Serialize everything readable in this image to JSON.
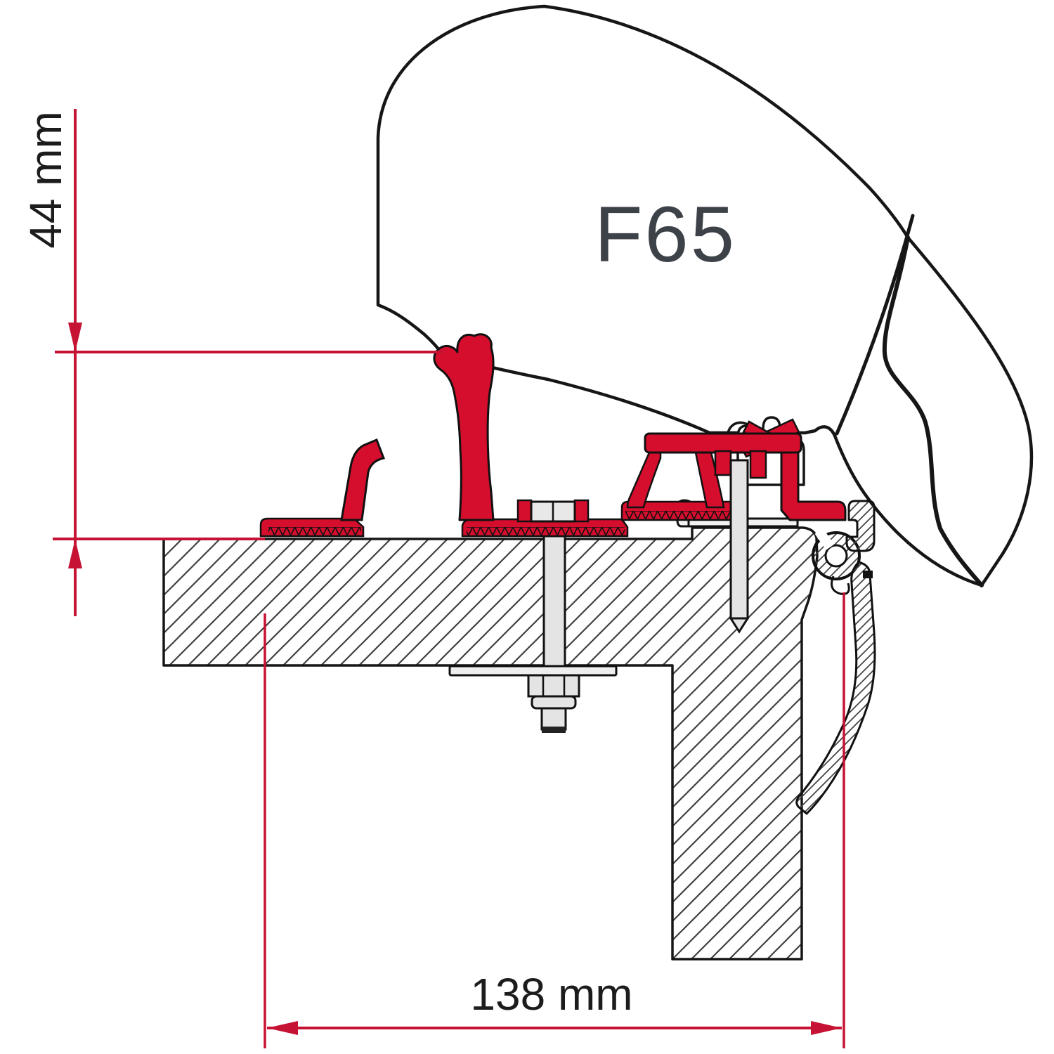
{
  "diagram": {
    "title_context": "Awning adapter mounting cross-section",
    "product_label": "F65",
    "dimensions": {
      "vertical": "44 mm",
      "horizontal": "138 mm"
    },
    "colors": {
      "bracket_red": "#d40e2c",
      "dimension_red": "#c61334",
      "line_black": "#1a1a1a",
      "metal_gray": "#e4e4e4",
      "label_gray": "#3d4248",
      "background": "#ffffff"
    }
  }
}
